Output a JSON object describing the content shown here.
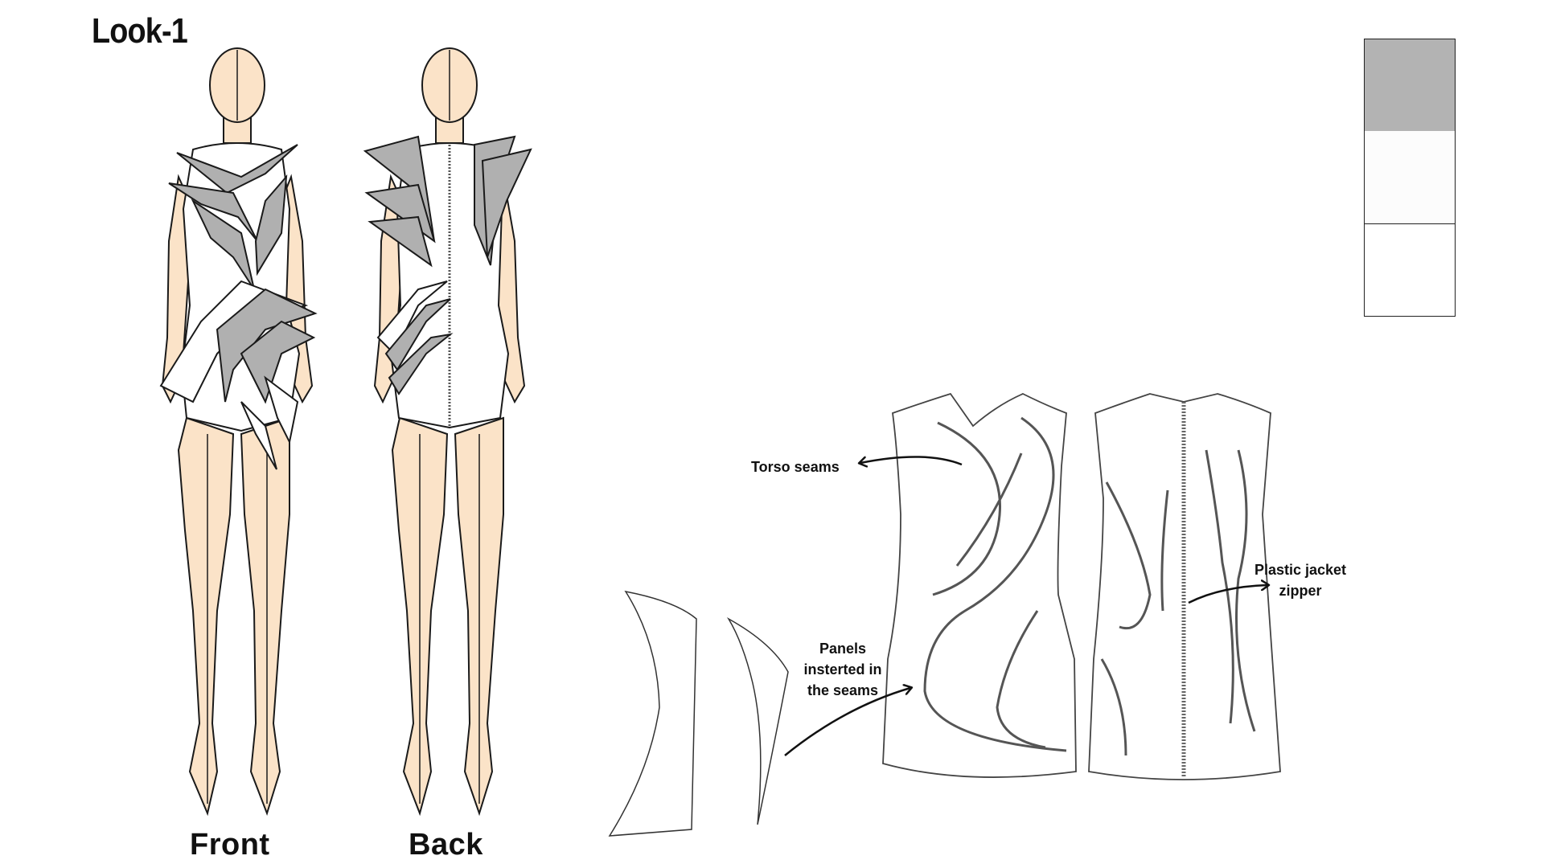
{
  "title": "Look-1",
  "figures": {
    "front_label": "Front",
    "back_label": "Back"
  },
  "annotations": {
    "torso_seams": "Torso seams",
    "panels": [
      "Panels",
      "insterted in",
      "the seams"
    ],
    "zipper": [
      "Plastic jacket",
      "zipper"
    ]
  },
  "colors": {
    "skin": "#fbe3c8",
    "panel_grey": "#b0b0b0",
    "outline": "#1a1a1a",
    "seam_grey": "#555555"
  },
  "swatches": [
    {
      "name": "grey",
      "color": "#b3b3b3"
    },
    {
      "name": "white-texture",
      "color": "#fcfcfc"
    },
    {
      "name": "white",
      "color": "#ffffff"
    }
  ]
}
